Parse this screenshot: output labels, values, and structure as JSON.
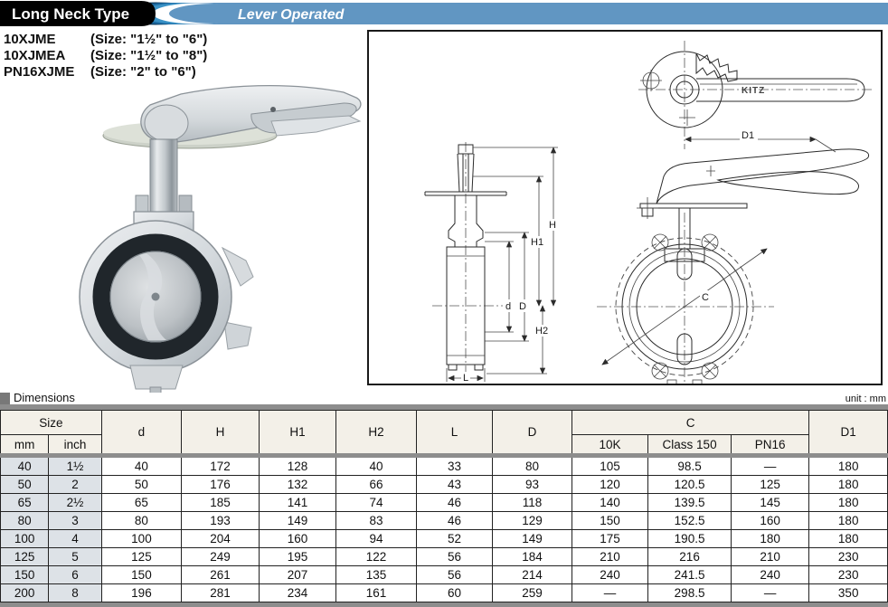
{
  "header": {
    "title": "Long Neck Type",
    "subtitle": "Lever Operated",
    "band_color": "#6196c2",
    "crescent_colors": [
      "#0d3a5e",
      "#1c6ba3",
      "#3a92c6",
      "#ffffff"
    ]
  },
  "models": [
    {
      "name": "10XJME",
      "size": "(Size: \"1½\" to \"6\")"
    },
    {
      "name": "10XJMEA",
      "size": "(Size: \"1½\" to \"8\")"
    },
    {
      "name": "PN16XJME",
      "size": "(Size: \"2\" to \"6\")"
    }
  ],
  "drawing": {
    "labels": {
      "d1_top": "D1",
      "h": "H",
      "h1": "H1",
      "h2": "H2",
      "d_small": "d",
      "d_big": "D",
      "l": "L",
      "c": "C",
      "brand": "KITZ"
    }
  },
  "dimensions_section": {
    "heading": "Dimensions",
    "unit": "unit : mm"
  },
  "table": {
    "headers": {
      "size": "Size",
      "mm": "mm",
      "inch": "inch",
      "d": "d",
      "H": "H",
      "H1": "H1",
      "H2": "H2",
      "L": "L",
      "D": "D",
      "C": "C",
      "c10k": "10K",
      "class150": "Class 150",
      "pn16": "PN16",
      "D1": "D1"
    },
    "rows": [
      [
        "40",
        "1½",
        "40",
        "172",
        "128",
        "40",
        "33",
        "80",
        "105",
        "98.5",
        "—",
        "180"
      ],
      [
        "50",
        "2",
        "50",
        "176",
        "132",
        "66",
        "43",
        "93",
        "120",
        "120.5",
        "125",
        "180"
      ],
      [
        "65",
        "2½",
        "65",
        "185",
        "141",
        "74",
        "46",
        "118",
        "140",
        "139.5",
        "145",
        "180"
      ],
      [
        "80",
        "3",
        "80",
        "193",
        "149",
        "83",
        "46",
        "129",
        "150",
        "152.5",
        "160",
        "180"
      ],
      [
        "100",
        "4",
        "100",
        "204",
        "160",
        "94",
        "52",
        "149",
        "175",
        "190.5",
        "180",
        "180"
      ],
      [
        "125",
        "5",
        "125",
        "249",
        "195",
        "122",
        "56",
        "184",
        "210",
        "216",
        "210",
        "230"
      ],
      [
        "150",
        "6",
        "150",
        "261",
        "207",
        "135",
        "56",
        "214",
        "240",
        "241.5",
        "240",
        "230"
      ],
      [
        "200",
        "8",
        "196",
        "281",
        "234",
        "161",
        "60",
        "259",
        "—",
        "298.5",
        "—",
        "350"
      ]
    ],
    "colors": {
      "bar": "#8d8d8d",
      "header_bg": "#f3f0e8",
      "size_col_bg": "#dde2e7"
    }
  }
}
